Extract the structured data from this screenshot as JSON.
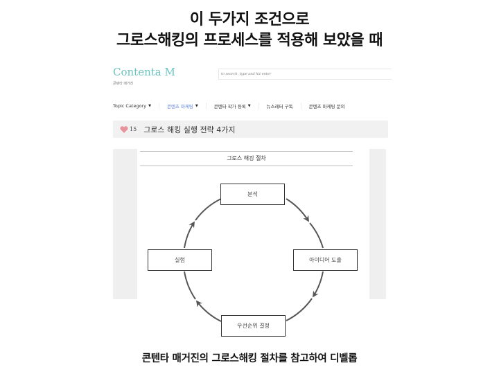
{
  "slide": {
    "title_line1": "이 두가지 조건으로",
    "title_line2": "그로스해킹의 프로세스를 적용해 보았을 때",
    "caption": "콘텐타 매거진의 그로스해킹 절차를 참고하여 디벨롭"
  },
  "site": {
    "logo": "Contenta M",
    "logo_sub": "콘텐타 매거진",
    "brand_color": "#6cc3bf",
    "search": {
      "placeholder": "to search, type and hit enter",
      "value": ""
    },
    "nav": [
      {
        "label": "Topic Category",
        "has_caret": true,
        "active": false
      },
      {
        "label": "콘텐츠 마케팅",
        "has_caret": true,
        "active": true
      },
      {
        "label": "콘텐타 작가 등록",
        "has_caret": true,
        "active": false
      },
      {
        "label": "뉴스레터 구독",
        "has_caret": false,
        "active": false
      },
      {
        "label": "콘텐츠 마케팅 문의",
        "has_caret": false,
        "active": false
      }
    ],
    "caret_glyph": "▼",
    "active_nav_color": "#5b7fd6"
  },
  "post": {
    "icon": "heart-icon",
    "like_count": "15",
    "title": "그로스 해킹 실행 전략 4가지"
  },
  "diagram": {
    "title": "그로스 해킹 절차",
    "nodes": {
      "top": "분석",
      "right": "아이디어 도출",
      "bottom": "우선순위 결정",
      "left": "실험"
    },
    "flow": [
      "분석",
      "아이디어 도출",
      "우선순위 결정",
      "실험"
    ],
    "direction": "clockwise"
  }
}
